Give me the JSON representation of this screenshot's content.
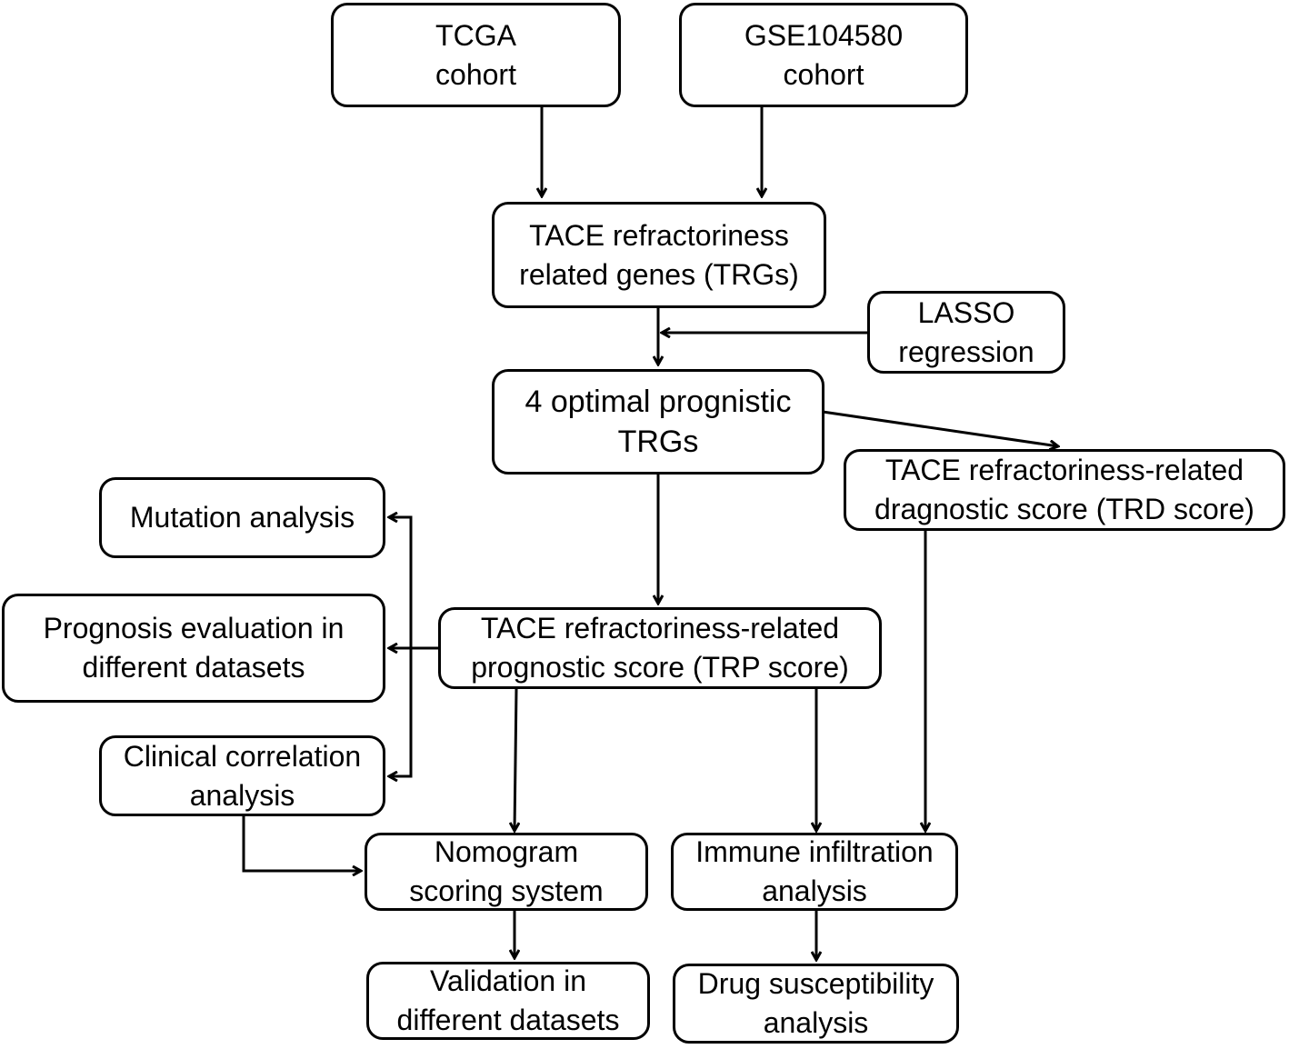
{
  "nodes": {
    "tcga": {
      "line1": "TCGA",
      "line2": "cohort"
    },
    "gse": {
      "line1": "GSE104580",
      "line2": "cohort"
    },
    "trgs": {
      "line1": "TACE refractoriness",
      "line2": "related genes (TRGs)"
    },
    "lasso": {
      "line1": "LASSO",
      "line2": "regression"
    },
    "optimal": {
      "line1": "4 optimal prognistic",
      "line2": "TRGs"
    },
    "trd": {
      "line1": "TACE refractoriness-related",
      "line2": "dragnostic score (TRD score)"
    },
    "mutation": {
      "line1": "Mutation analysis"
    },
    "prognosis": {
      "line1": "Prognosis evaluation in",
      "line2": "different datasets"
    },
    "trp": {
      "line1": "TACE refractoriness-related",
      "line2": "prognostic score (TRP score)"
    },
    "clinical": {
      "line1": "Clinical correlation",
      "line2": "analysis"
    },
    "nomogram": {
      "line1": "Nomogram",
      "line2": "scoring system"
    },
    "immune": {
      "line1": "Immune infiltration",
      "line2": "analysis"
    },
    "validation": {
      "line1": "Validation in",
      "line2": "different datasets"
    },
    "drug": {
      "line1": "Drug susceptibility",
      "line2": "analysis"
    }
  },
  "edges": [
    {
      "from": "tcga",
      "to": "trgs"
    },
    {
      "from": "gse",
      "to": "trgs"
    },
    {
      "from": "trgs",
      "to": "optimal"
    },
    {
      "from": "lasso",
      "to": "optimal"
    },
    {
      "from": "optimal",
      "to": "trd"
    },
    {
      "from": "optimal",
      "to": "trp"
    },
    {
      "from": "trp",
      "to": "mutation"
    },
    {
      "from": "trp",
      "to": "prognosis"
    },
    {
      "from": "trp",
      "to": "clinical"
    },
    {
      "from": "trp",
      "to": "nomogram"
    },
    {
      "from": "trp",
      "to": "immune"
    },
    {
      "from": "trd",
      "to": "immune"
    },
    {
      "from": "clinical",
      "to": "nomogram"
    },
    {
      "from": "nomogram",
      "to": "validation"
    },
    {
      "from": "immune",
      "to": "drug"
    }
  ]
}
